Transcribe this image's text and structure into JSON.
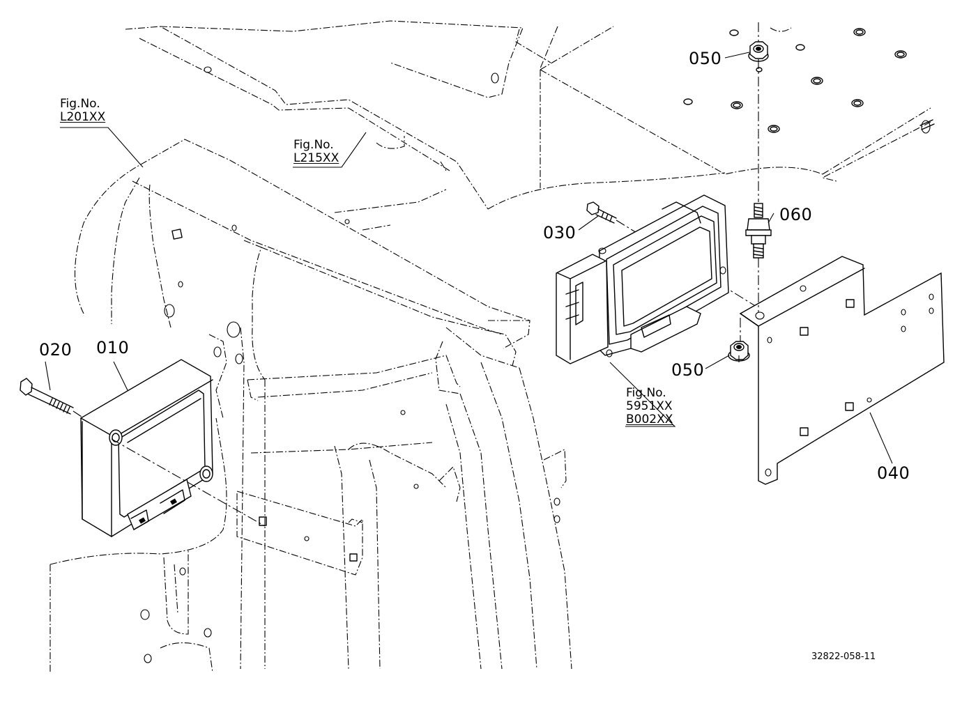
{
  "callouts": {
    "c010": "010",
    "c020": "020",
    "c030": "030",
    "c040": "040",
    "c050_top": "050",
    "c050_mid": "050",
    "c060": "060"
  },
  "fig_refs": {
    "l201": {
      "line1": "Fig.No.",
      "line2": "L201XX"
    },
    "l215": {
      "line1": "Fig.No.",
      "line2": "L215XX"
    },
    "controller": {
      "line1": "Fig.No.",
      "line2": "5951XX",
      "line3": "B002XX"
    }
  },
  "drawing_code": "32822-058-11"
}
